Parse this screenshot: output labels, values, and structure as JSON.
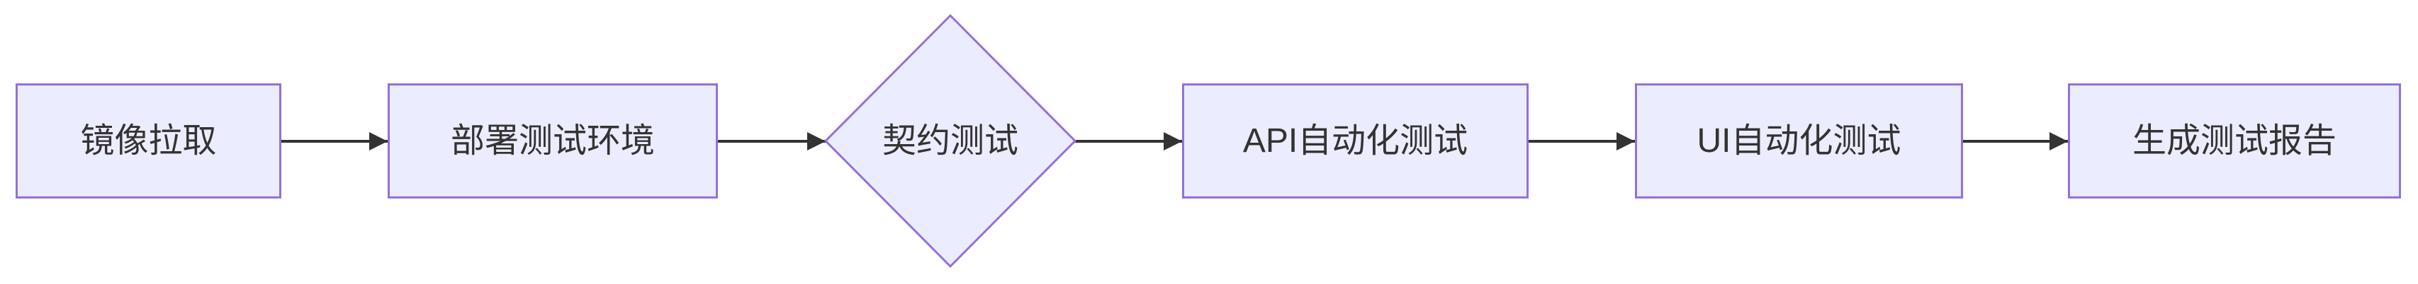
{
  "diagram": {
    "type": "flowchart",
    "direction": "left-to-right",
    "nodes": [
      {
        "id": "A",
        "label": "镜像拉取",
        "shape": "rect"
      },
      {
        "id": "B",
        "label": "部署测试环境",
        "shape": "rect"
      },
      {
        "id": "C",
        "label": "契约测试",
        "shape": "diamond"
      },
      {
        "id": "D",
        "label": "API自动化测试",
        "shape": "rect"
      },
      {
        "id": "E",
        "label": "UI自动化测试",
        "shape": "rect"
      },
      {
        "id": "F",
        "label": "生成测试报告",
        "shape": "rect"
      }
    ],
    "edges": [
      {
        "from": "镜像拉取",
        "to": "部署测试环境",
        "label": ""
      },
      {
        "from": "部署测试环境",
        "to": "契约测试",
        "label": ""
      },
      {
        "from": "契约测试",
        "to": "API自动化测试",
        "label": ""
      },
      {
        "from": "API自动化测试",
        "to": "UI自动化测试",
        "label": ""
      },
      {
        "from": "UI自动化测试",
        "to": "生成测试报告",
        "label": ""
      }
    ],
    "colors": {
      "node_fill": "#ECECFF",
      "node_border": "#9370DB",
      "edge": "#333333",
      "text": "#333333",
      "background": "#FFFFFF"
    }
  }
}
